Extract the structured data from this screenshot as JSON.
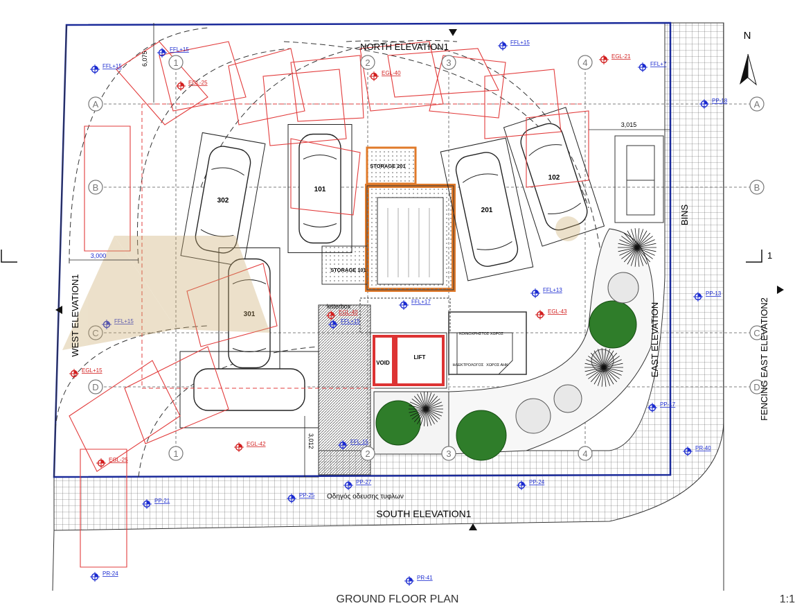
{
  "title": "GROUND FLOOR PLAN",
  "scale": "1:1",
  "north": "N",
  "elevations": {
    "north": "NORTH ELEVATION1",
    "south": "SOUTH ELEVATION1",
    "west": "WEST ELEVATION1",
    "east": "EAST ELEVATION",
    "fencing_east": "FENCING EAST ELEVATION2"
  },
  "section_mark": "1",
  "grid": {
    "rows": [
      "A",
      "B",
      "C",
      "D"
    ],
    "cols": [
      "1",
      "2",
      "3",
      "4"
    ]
  },
  "dimensions": {
    "top_left": "6,075",
    "top_right": "3,015",
    "left": "3,000",
    "bottom": "3,012"
  },
  "rooms": {
    "storage_201": "STORAGE 201",
    "storage_101": "STORAGE 101",
    "void": "VOID",
    "lift": "LIFT",
    "letterbox": "letterbox",
    "common": "ΚΟΙΝΟΧΡΗΣΤΟΣ ΧΩΡΟΣ",
    "electrical": "ΗΛΕΚΤΡΟΛΟΓΟΣ",
    "space": "ΧΩΡΟΣ ΑΗΚ",
    "bins": "BINS",
    "guide": "Οδηγός οδευσης τυφλων"
  },
  "parking": [
    "302",
    "101",
    "201",
    "102",
    "301"
  ],
  "levels_blue": [
    {
      "t": "FFL+15"
    },
    {
      "t": "FFL+15"
    },
    {
      "t": "FFL+15"
    },
    {
      "t": "FFL+15"
    },
    {
      "t": "FFL+7"
    },
    {
      "t": "PP-18"
    },
    {
      "t": "FFL+17"
    },
    {
      "t": "FFL+13"
    },
    {
      "t": "FFL+15"
    },
    {
      "t": "PP-13"
    },
    {
      "t": "PP-17"
    },
    {
      "t": "FFL-15"
    },
    {
      "t": "PR-40"
    },
    {
      "t": "PP-27"
    },
    {
      "t": "PP-24"
    },
    {
      "t": "PP-25"
    },
    {
      "t": "PP-21"
    },
    {
      "t": "PR-24"
    },
    {
      "t": "PR-41"
    }
  ],
  "levels_red": [
    {
      "t": "EGL-21"
    },
    {
      "t": "EGL-25"
    },
    {
      "t": "EGL-40"
    },
    {
      "t": "EGL-43"
    },
    {
      "t": "EGL-40"
    },
    {
      "t": "EGL+15"
    },
    {
      "t": "EGL-42"
    },
    {
      "t": "EGL-25"
    }
  ],
  "colors": {
    "line": "#1f1f1f",
    "boundary": "#1a2a9a",
    "tree_red": "#e23b3b",
    "level_blue": "#1b2bd0",
    "level_red": "#d21f1f",
    "wall": "#e07a2a",
    "green": "#2f7d2a",
    "watermark": "#c9a86a"
  }
}
